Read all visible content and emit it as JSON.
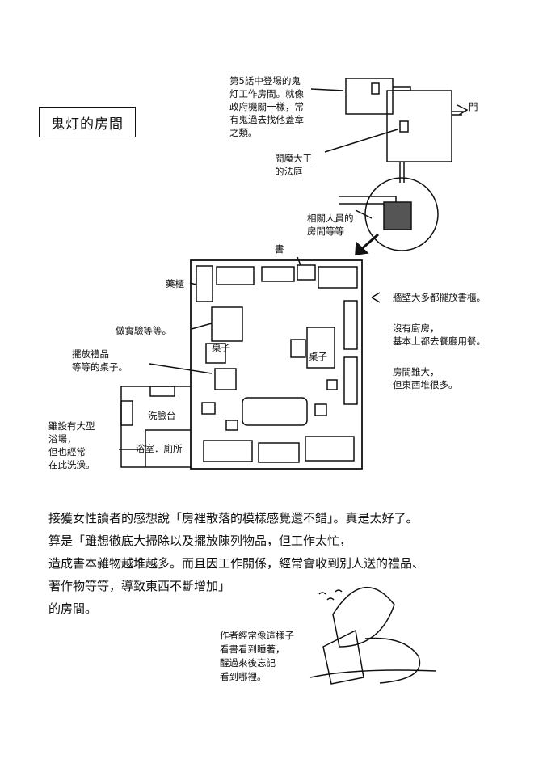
{
  "title": "鬼灯的房間",
  "notes": {
    "intro": "第5話中登場的鬼\n灯工作房間。就像\n政府機關一樣，常\n有鬼過去找他蓋章\n之類。",
    "court": "閻魔大王\n的法庭",
    "door": "門",
    "staff_rooms": "相關人員的\n房間等等",
    "books": "書",
    "medicine_cabinet": "藥櫃",
    "experiments": "做實驗等等。",
    "gift_table": "擺放禮品\n等等的桌子。",
    "desk_left": "桌子",
    "desk_right": "桌子",
    "washstand": "洗臉台",
    "bath": "浴室．廁所",
    "bath_note": "雖設有大型\n浴場，\n但也經常\n在此洗澡。",
    "walls": "牆壁大多都擺放書櫃。",
    "kitchen": "沒有廚房，\n基本上都去餐廳用餐。",
    "big_room": "房間雖大，\n但東西堆很多。"
  },
  "body": {
    "line1": "接獲女性讀者的感想說「房裡散落的模樣感覺還不錯」。真是太好了。",
    "line2": "算是「雖想徹底大掃除以及擺放陳列物品，但工作太忙，",
    "line3": "造成書本雜物越堆越多。而且因工作關係，經常會收到別人送的禮品、",
    "line4": "著作物等等，導致東西不斷增加」",
    "line5": "的房間。"
  },
  "caption": "作者經常像這樣子\n看書看到睡著，\n醒過來後忘記\n看到哪裡。"
}
